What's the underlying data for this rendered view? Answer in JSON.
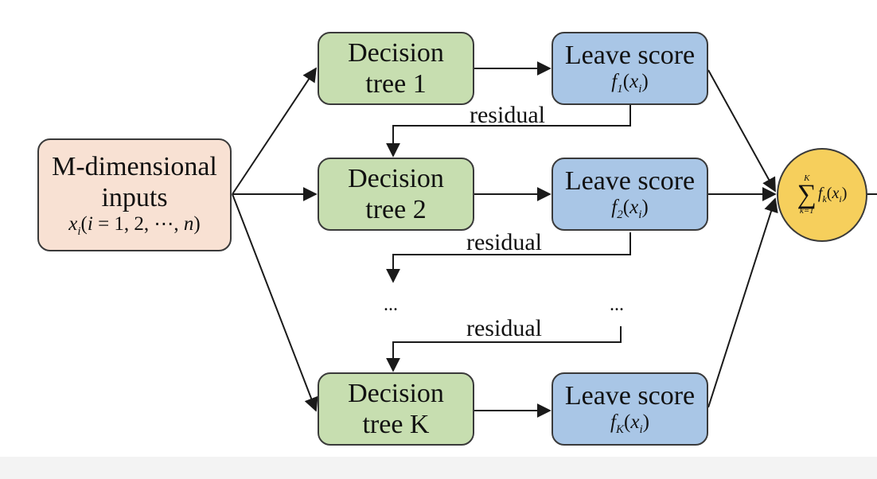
{
  "input": {
    "line1": "M-dimensional",
    "line2": "inputs",
    "formula_var": "x",
    "formula_sub": "i",
    "formula_rest_1": "(",
    "formula_i": "i",
    "formula_rest_2": " = 1, 2, ⋯, ",
    "formula_n": "n",
    "formula_rest_3": ")"
  },
  "trees": [
    {
      "line1": "Decision",
      "line2": "tree 1"
    },
    {
      "line1": "Decision",
      "line2": "tree 2"
    },
    {
      "line1": "Decision",
      "line2": "tree K"
    }
  ],
  "leaves": [
    {
      "title": "Leave score",
      "f": "f",
      "f_sub": "1",
      "x": "x",
      "x_sub": "i"
    },
    {
      "title": "Leave score",
      "f": "f",
      "f_sub": "2",
      "x": "x",
      "x_sub": "i"
    },
    {
      "title": "Leave score",
      "f": "f",
      "f_sub": "K",
      "x": "x",
      "x_sub": "i"
    }
  ],
  "residual_label": "residual",
  "ellipsis": "...",
  "sum": {
    "upper": "K",
    "lower": "k=1",
    "sigma": "∑",
    "f": "f",
    "f_sub": "k",
    "x": "x",
    "x_sub": "i"
  }
}
